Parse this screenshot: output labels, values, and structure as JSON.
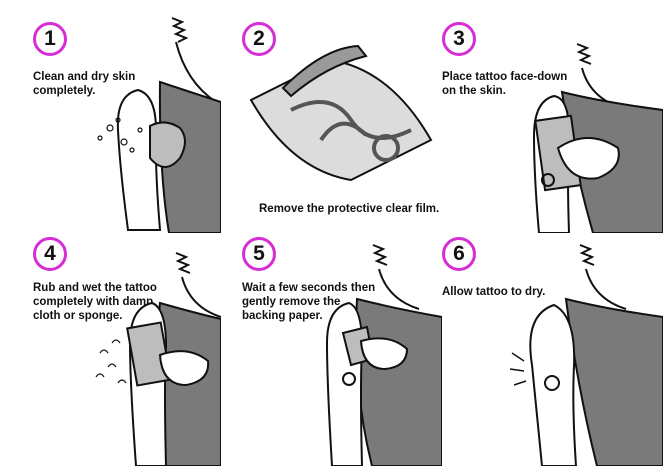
{
  "steps": [
    {
      "number": "1",
      "text": "Clean and dry skin\ncompletely."
    },
    {
      "number": "2",
      "text": "Remove the protective clear film."
    },
    {
      "number": "3",
      "text": "Place tattoo face-down\non the skin."
    },
    {
      "number": "4",
      "text": "Rub and wet the tattoo\ncompletely with damp\ncloth or sponge."
    },
    {
      "number": "5",
      "text": "Wait a few seconds then\ngently remove the\nbacking paper."
    },
    {
      "number": "6",
      "text": "Allow tattoo to dry."
    }
  ],
  "colors": {
    "badge_ring": "#d62dd6",
    "ink": "#111111",
    "shirt": "#7a7a7a",
    "film": "#9a9a9a"
  }
}
